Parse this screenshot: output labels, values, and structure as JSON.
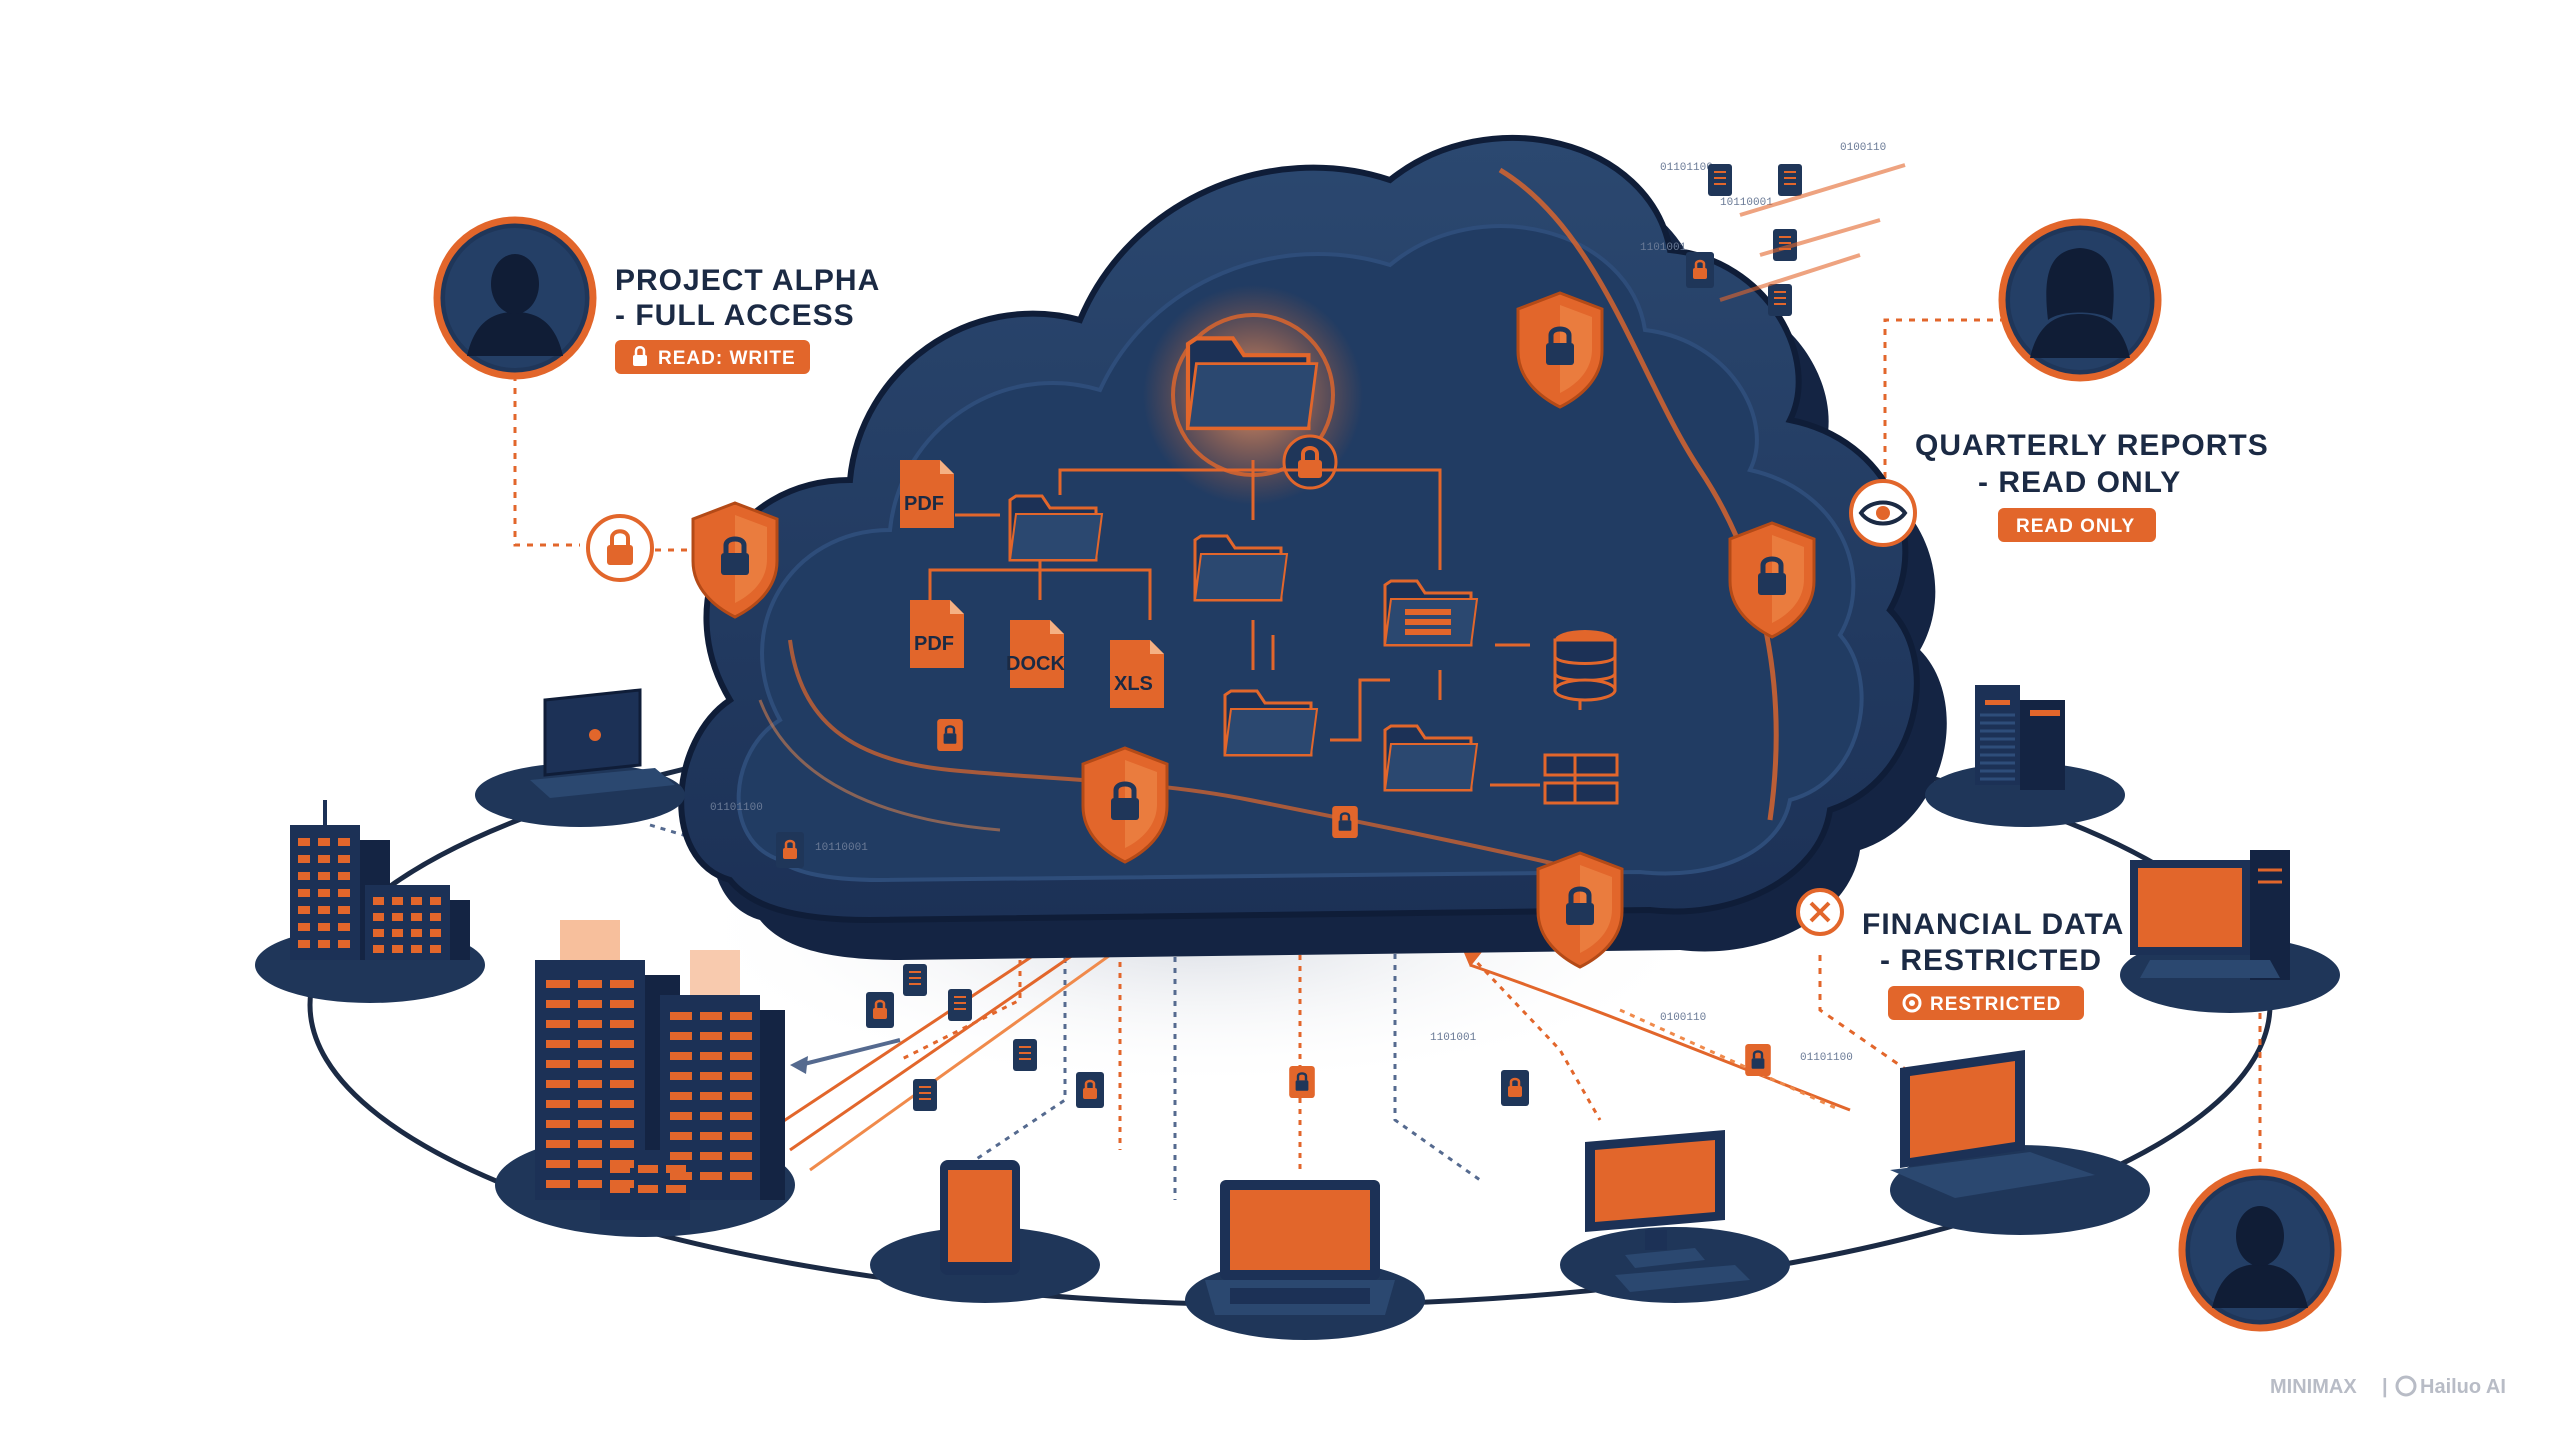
{
  "labels": {
    "project_alpha": {
      "line1": "PROJECT ALPHA",
      "line2": "- FULL ACCESS",
      "badge": "READ: WRITE"
    },
    "quarterly": {
      "line1": "QUARTERLY REPORTS",
      "line2": "- READ ONLY",
      "badge": "READ ONLY"
    },
    "financial": {
      "line1": "FINANCIAL DATA",
      "line2": "- RESTRICTED",
      "badge": "RESTRICTED"
    }
  },
  "files": {
    "pdf_a": "PDF",
    "pdf_b": "PDF",
    "dock": "DOCK",
    "xls": "XLS"
  },
  "binary": {
    "b1": "01101100",
    "b2": "10110001",
    "b3": "1101001",
    "b4": "0100110"
  },
  "watermark": {
    "brand": "MINIMAX",
    "separator": "|",
    "product": "Hailuo AI"
  },
  "colors": {
    "navy": "#1f3659",
    "navy_dark": "#16284a",
    "orange": "#e2662b",
    "orange_light": "#f08a4b",
    "ring": "#1b2a44"
  },
  "icons": [
    "user-avatar-icon",
    "lock-icon",
    "shield-lock-icon",
    "eye-icon",
    "x-circle-icon",
    "folder-icon",
    "database-icon",
    "server-icon",
    "laptop-icon",
    "desktop-icon",
    "tablet-icon",
    "building-icon"
  ]
}
